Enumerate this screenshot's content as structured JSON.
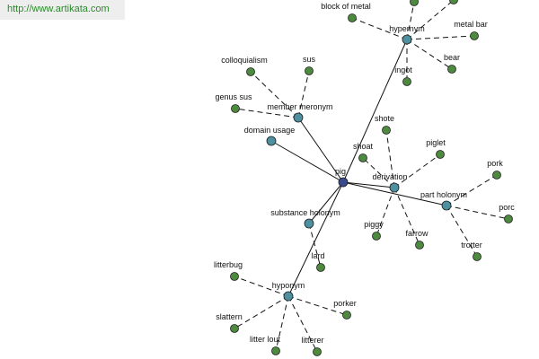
{
  "url": "http://www.artikata.com",
  "colors": {
    "center": "#3b4a8c",
    "relation": "#4e8fa0",
    "leaf": "#4d8a3f",
    "edge": "#111111",
    "url_text": "#2a8a2a"
  },
  "center": {
    "id": "pig",
    "label": "pig"
  },
  "relations": [
    {
      "id": "hypernym",
      "label": "hypernym"
    },
    {
      "id": "member-meronym",
      "label": "member meronym"
    },
    {
      "id": "domain-usage",
      "label": "domain usage"
    },
    {
      "id": "derivation",
      "label": "derivation"
    },
    {
      "id": "part-holonym",
      "label": "part holonym"
    },
    {
      "id": "substance-holonym",
      "label": "substance holonym"
    },
    {
      "id": "hyponym",
      "label": "hyponym"
    }
  ],
  "leaves": [
    {
      "id": "block-of-metal",
      "label": "block of metal",
      "parent": "hypernym"
    },
    {
      "id": "metal-bar",
      "label": "metal bar",
      "parent": "hypernym"
    },
    {
      "id": "bear",
      "label": "bear",
      "parent": "hypernym"
    },
    {
      "id": "ingot",
      "label": "ingot",
      "parent": "hypernym"
    },
    {
      "id": "hypernym-top-1",
      "label": "",
      "parent": "hypernym"
    },
    {
      "id": "hypernym-top-2",
      "label": "",
      "parent": "hypernym"
    },
    {
      "id": "colloquialism",
      "label": "colloquialism",
      "parent": "member-meronym"
    },
    {
      "id": "sus",
      "label": "sus",
      "parent": "member-meronym"
    },
    {
      "id": "genus-sus",
      "label": "genus sus",
      "parent": "member-meronym"
    },
    {
      "id": "shote",
      "label": "shote",
      "parent": "derivation"
    },
    {
      "id": "shoat",
      "label": "shoat",
      "parent": "derivation"
    },
    {
      "id": "piglet",
      "label": "piglet",
      "parent": "derivation"
    },
    {
      "id": "piggy",
      "label": "piggy",
      "parent": "derivation"
    },
    {
      "id": "farrow",
      "label": "farrow",
      "parent": "derivation"
    },
    {
      "id": "pork",
      "label": "pork",
      "parent": "part-holonym"
    },
    {
      "id": "porc",
      "label": "porc",
      "parent": "part-holonym"
    },
    {
      "id": "trotter",
      "label": "trotter",
      "parent": "part-holonym"
    },
    {
      "id": "lard",
      "label": "lard",
      "parent": "substance-holonym"
    },
    {
      "id": "litterbug",
      "label": "litterbug",
      "parent": "hyponym"
    },
    {
      "id": "slattern",
      "label": "slattern",
      "parent": "hyponym"
    },
    {
      "id": "litter-lout",
      "label": "litter lout",
      "parent": "hyponym"
    },
    {
      "id": "litterer",
      "label": "litterer",
      "parent": "hyponym"
    },
    {
      "id": "porker",
      "label": "porker",
      "parent": "hyponym"
    }
  ]
}
